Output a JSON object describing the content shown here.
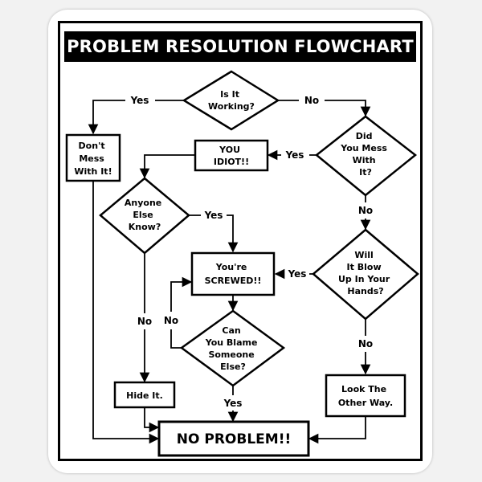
{
  "title": "PROBLEM RESOLUTION FLOWCHART",
  "nodes": {
    "working": [
      "Is It",
      "Working?"
    ],
    "dont_mess": [
      "Don't",
      "Mess",
      "With It!"
    ],
    "mess": [
      "Did",
      "You Mess",
      "With",
      "It?"
    ],
    "idiot": [
      "YOU",
      "IDIOT!!"
    ],
    "anyone": [
      "Anyone",
      "Else",
      "Know?"
    ],
    "blow_up": [
      "Will",
      "It Blow",
      "Up In Your",
      "Hands?"
    ],
    "screwed": [
      "You're",
      "SCREWED!!"
    ],
    "blame": [
      "Can",
      "You Blame",
      "Someone",
      "Else?"
    ],
    "hide": [
      "Hide It."
    ],
    "look_away": [
      "Look The",
      "Other Way."
    ],
    "no_problem": [
      "NO PROBLEM!!"
    ]
  },
  "edge_labels": {
    "yes": "Yes",
    "no": "No"
  }
}
